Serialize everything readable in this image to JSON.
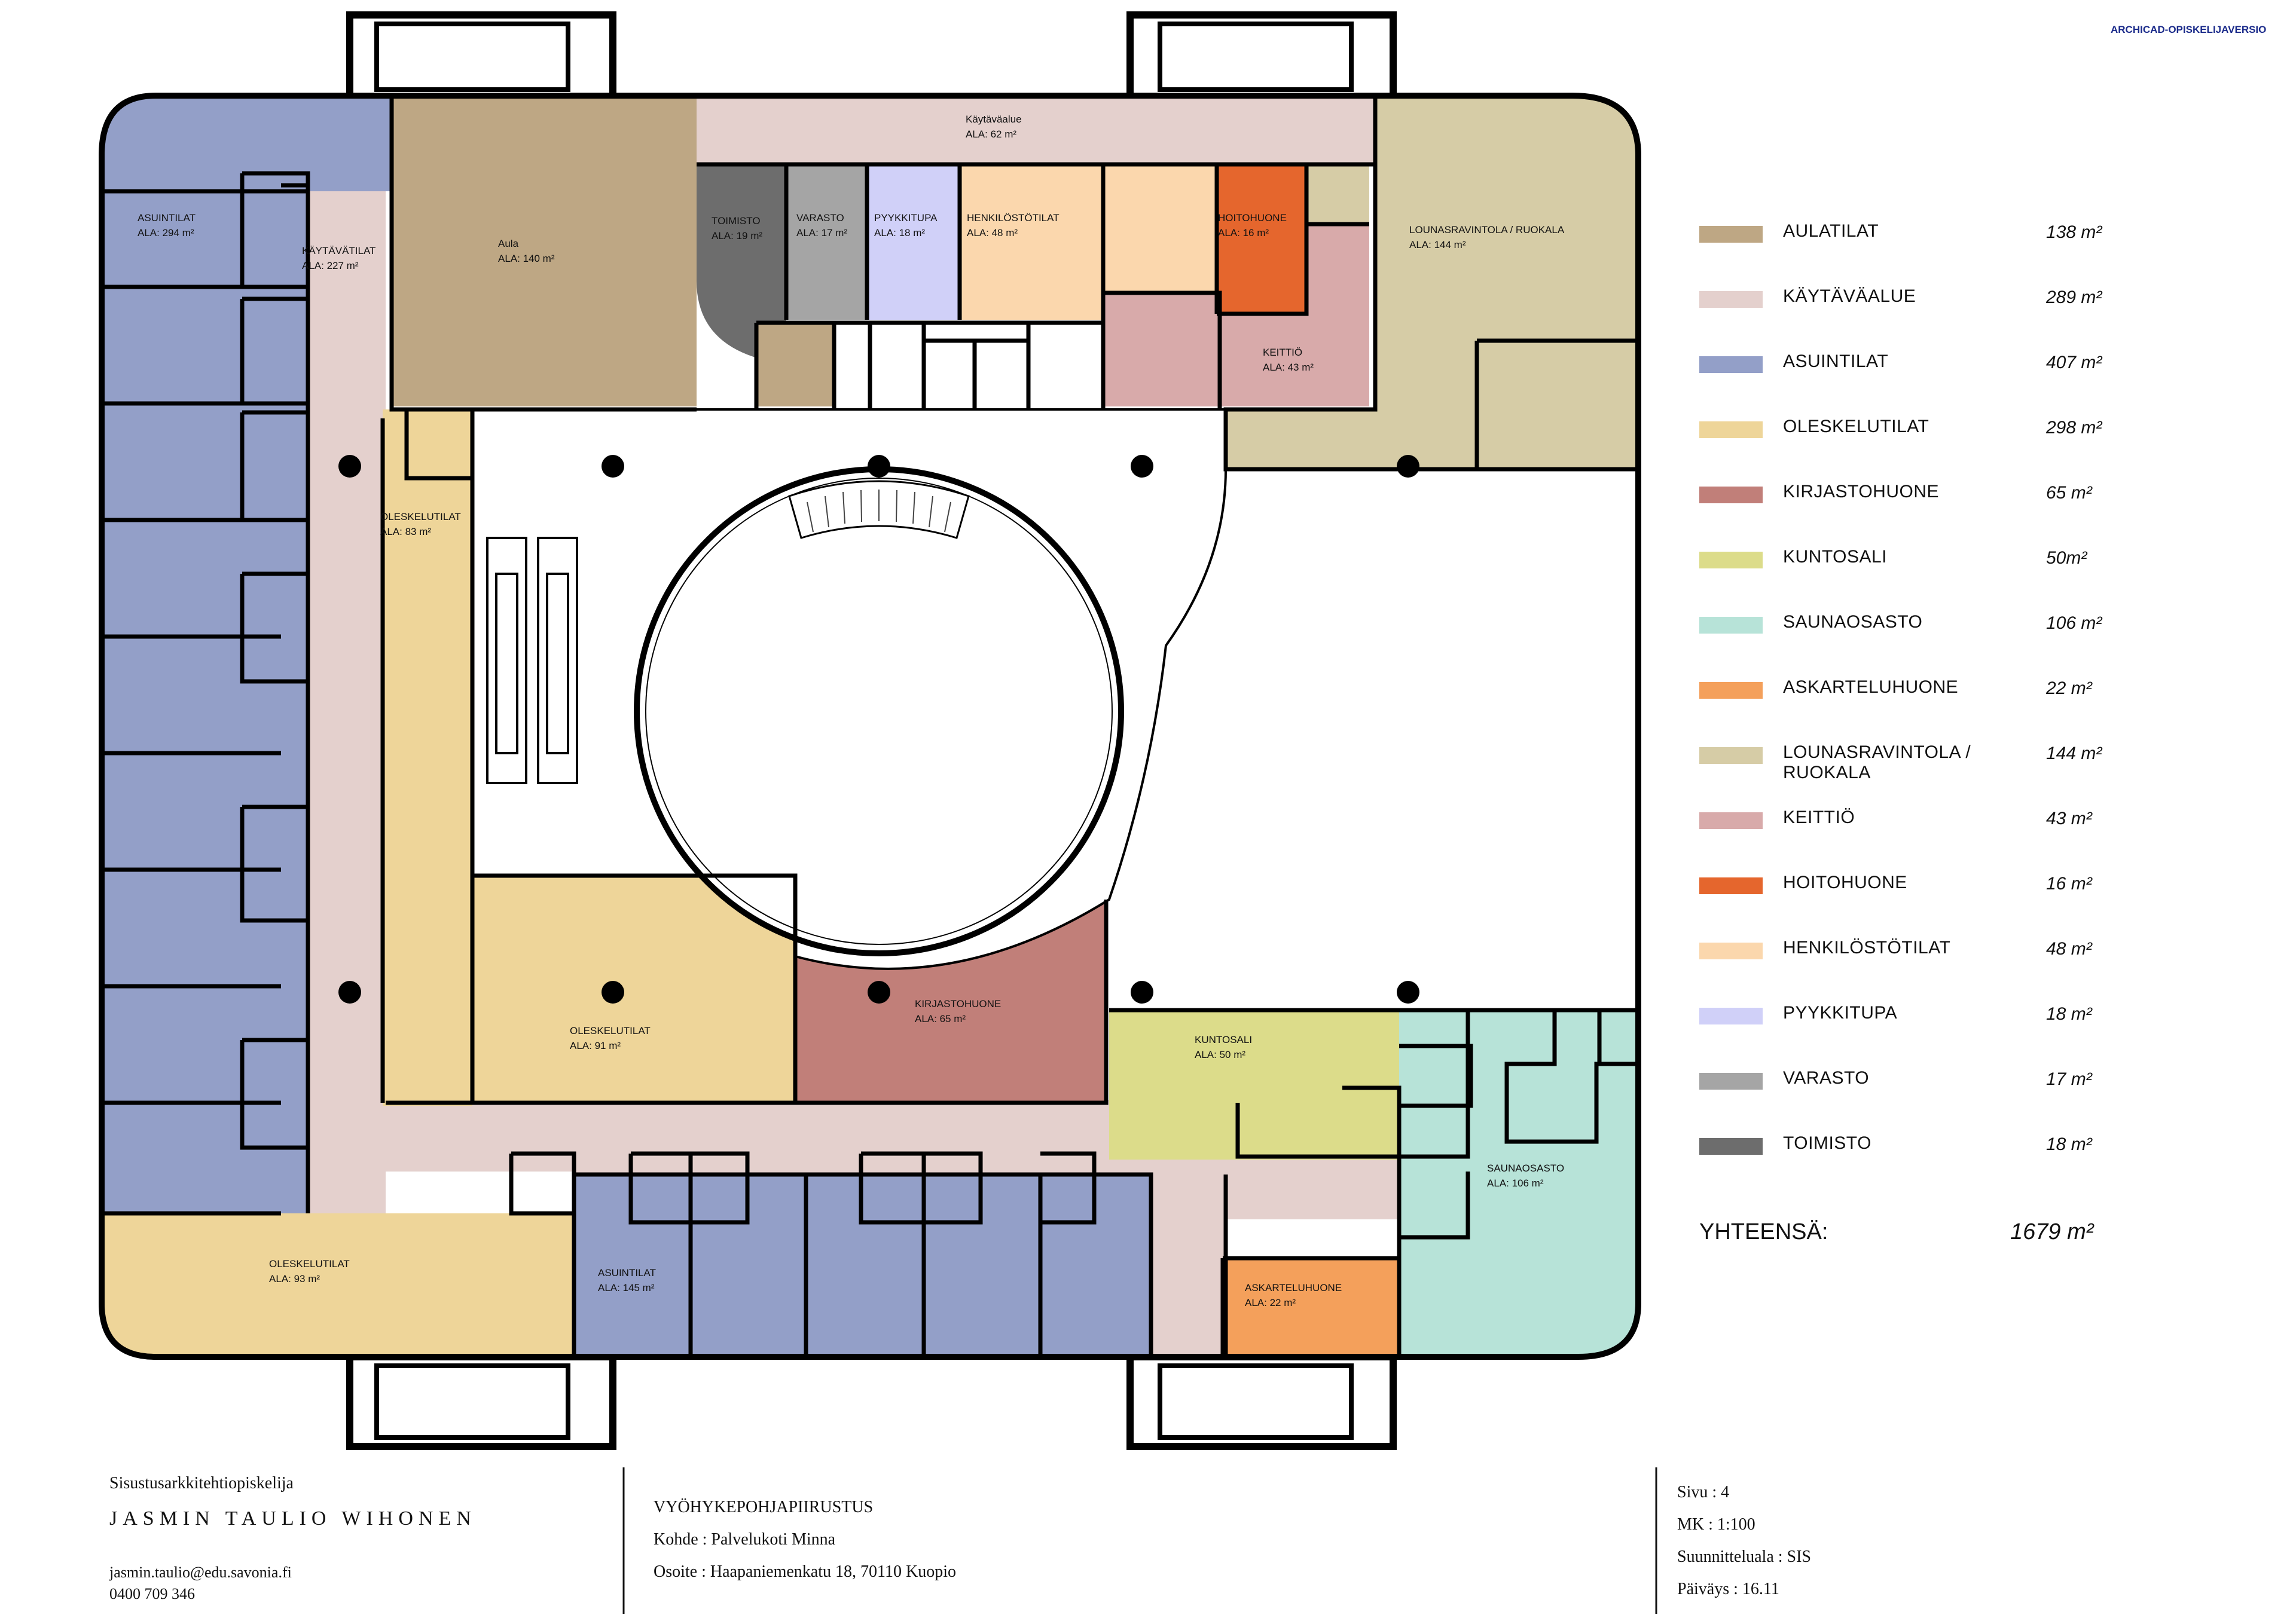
{
  "watermark": "ARCHICAD-OPISKELIJAVERSIO",
  "colors": {
    "aula": "#bea784",
    "kaytava": "#e4d0cd",
    "asuin": "#939fc8",
    "oleskelu": "#eed599",
    "kirjasto": "#c17f79",
    "kuntosali": "#dcdc8a",
    "sauna": "#b7e3d8",
    "askartelu": "#f4a05b",
    "lounas": "#d6cca6",
    "keittio": "#d8aaaa",
    "hoito": "#e5662d",
    "henkilosto": "#fbd7ad",
    "pyykki": "#d0d0f8",
    "varasto": "#a5a5a5",
    "toimisto": "#6d6d6d"
  },
  "rooms": {
    "asuintilat_west": {
      "name": "ASUINTILAT",
      "area": "ALA:  294 m²"
    },
    "kaytavatilat": {
      "name": "KÄYTÄVÄTILAT",
      "area": "ALA:    227 m²"
    },
    "aula": {
      "name": "Aula",
      "area": "ALA: 140 m²"
    },
    "kaytavaalue": {
      "name": "Käytäväalue",
      "area": "ALA:   62 m²"
    },
    "toimisto": {
      "name": "TOIMISTO",
      "area": "ALA: 19 m²"
    },
    "varasto": {
      "name": "VARASTO",
      "area": "ALA: 17 m²"
    },
    "pyykkitupa": {
      "name": "PYYKKITUPA",
      "area": "ALA:     18 m²"
    },
    "henkilostotilat": {
      "name": "HENKILÖSTÖTILAT",
      "area": "ALA:             48 m²"
    },
    "hoitohuone": {
      "name": "HOITOHUONE",
      "area": "ALA:   16 m²"
    },
    "lounasravintola": {
      "name": "LOUNASRAVINTOLA / RUOKALA",
      "area": "ALA:                              144 m²"
    },
    "keittio": {
      "name": "KEITTIÖ",
      "area": "ALA: 43 m²"
    },
    "oleskelutilat_w": {
      "name": "OLESKELUTILAT",
      "area": "ALA:         83 m²"
    },
    "oleskelutilat_c": {
      "name": "OLESKELUTILAT",
      "area": "ALA:           91 m²"
    },
    "kirjastohuone": {
      "name": "KIRJASTOHUONE",
      "area": "ALA:           65 m²"
    },
    "kuntosali": {
      "name": "KUNTOSALI",
      "area": "ALA:   50 m²"
    },
    "saunaosasto": {
      "name": "SAUNAOSASTO",
      "area": "ALA:         106 m²"
    },
    "oleskelutilat_s": {
      "name": "OLESKELUTILAT",
      "area": "ALA:            93 m²"
    },
    "asuintilat_s": {
      "name": "ASUINTILAT",
      "area": "ALA:  145 m²"
    },
    "askarteluhuone": {
      "name": "ASKARTELUHUONE",
      "area": "ALA:             22 m²"
    }
  },
  "legend": [
    {
      "label": "AULATILAT",
      "area": "138 m²",
      "color": "#bea784"
    },
    {
      "label": "KÄYTÄVÄALUE",
      "area": "289 m²",
      "color": "#e4d0cd"
    },
    {
      "label": "ASUINTILAT",
      "area": "407 m²",
      "color": "#939fc8"
    },
    {
      "label": "OLESKELUTILAT",
      "area": "298 m²",
      "color": "#eed599"
    },
    {
      "label": "KIRJASTOHUONE",
      "area": "65 m²",
      "color": "#c17f79"
    },
    {
      "label": "KUNTOSALI",
      "area": "50m²",
      "color": "#dcdc8a"
    },
    {
      "label": "SAUNAOSASTO",
      "area": "106 m²",
      "color": "#b7e3d8"
    },
    {
      "label": "ASKARTELUHUONE",
      "area": "22 m²",
      "color": "#f4a05b"
    },
    {
      "label": "LOUNASRAVINTOLA / RUOKALA",
      "area": "144 m²",
      "color": "#d6cca6"
    },
    {
      "label": "KEITTIÖ",
      "area": "43 m²",
      "color": "#d8aaaa"
    },
    {
      "label": "HOITOHUONE",
      "area": "16 m²",
      "color": "#e5662d"
    },
    {
      "label": "HENKILÖSTÖTILAT",
      "area": "48 m²",
      "color": "#fbd7ad"
    },
    {
      "label": "PYYKKITUPA",
      "area": "18 m²",
      "color": "#d0d0f8"
    },
    {
      "label": "VARASTO",
      "area": "17 m²",
      "color": "#a5a5a5"
    },
    {
      "label": "TOIMISTO",
      "area": "18 m²",
      "color": "#6d6d6d"
    }
  ],
  "total": {
    "label": "YHTEENSÄ:",
    "value": "1679 m²"
  },
  "titleblock": {
    "role": "Sisustusarkkitehtiopiskelija",
    "name": "JASMIN TAULIO WIHONEN",
    "email": "jasmin.taulio@edu.savonia.fi",
    "phone": "0400 709 346",
    "drawing": "VYÖHYKEPOHJAPIIRUSTUS",
    "kohde": "Kohde : Palvelukoti Minna",
    "osoite": "Osoite : Haapaniemenkatu 18, 70110 Kuopio",
    "sivu": "Sivu : 4",
    "mk": "MK : 1:100",
    "suunnitteluala": "Suunnitteluala : SIS",
    "paivays": "Päiväys : 16.11"
  }
}
